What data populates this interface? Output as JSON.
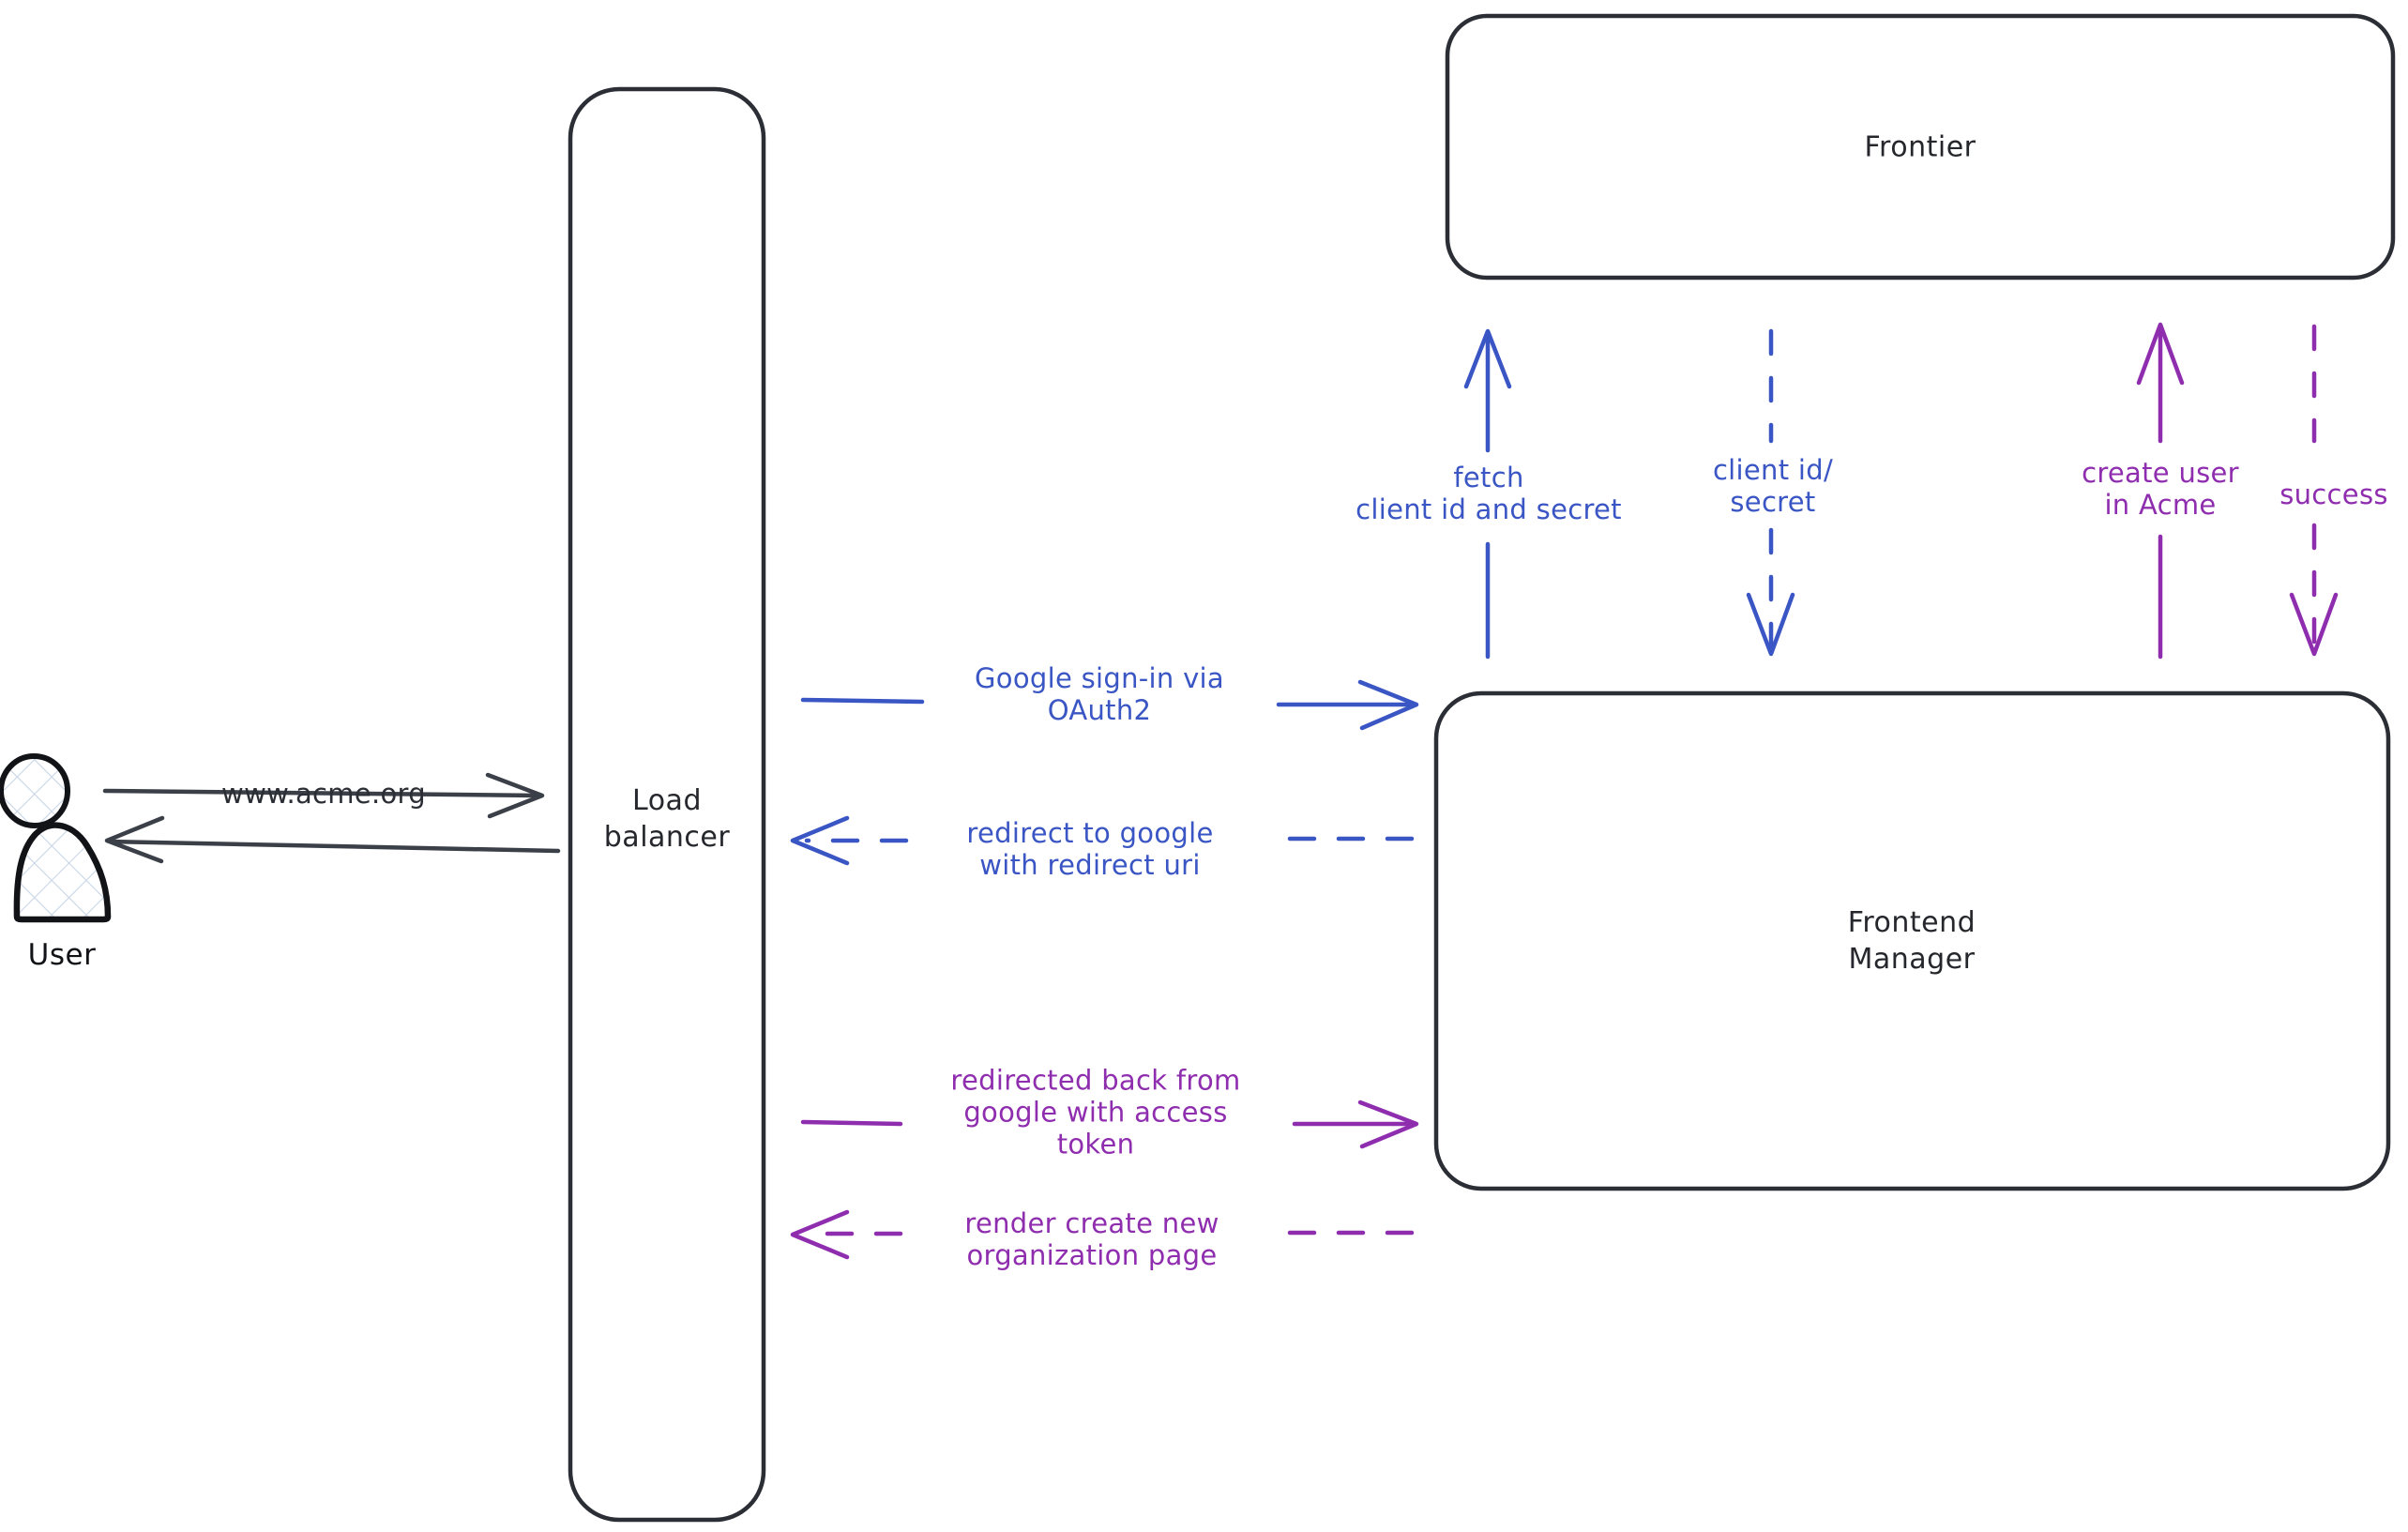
{
  "diagram": {
    "title": "Acme Google OAuth2 sign-in sequence",
    "background": "#ffffff",
    "colors": {
      "stroke_dark": "#2b2e34",
      "blue": "#3a55c4",
      "purple": "#8f2daf",
      "actor_fill": "#ffffff",
      "actor_hatch": "#c8d4e4"
    }
  },
  "actors": [
    {
      "id": "user",
      "icon": "user-person-icon",
      "label": "User"
    }
  ],
  "nodes": [
    {
      "id": "load-balancer",
      "label": "Load\nbalancer",
      "shape": "rounded-rect-tall"
    },
    {
      "id": "frontier",
      "label": "Frontier",
      "shape": "rounded-rect"
    },
    {
      "id": "frontend-manager",
      "label": "Frontend\nManager",
      "shape": "rounded-rect"
    }
  ],
  "edges": [
    {
      "id": "user-to-lb",
      "label": "www.acme.org",
      "color": "dark",
      "style": "solid",
      "direction": "right",
      "from": "user",
      "to": "load-balancer"
    },
    {
      "id": "lb-to-user",
      "label": "",
      "color": "dark",
      "style": "solid",
      "direction": "left",
      "from": "load-balancer",
      "to": "user"
    },
    {
      "id": "lb-to-fm-signin",
      "label": "Google sign-in via\nOAuth2",
      "color": "blue",
      "style": "solid",
      "direction": "right",
      "from": "load-balancer",
      "to": "frontend-manager"
    },
    {
      "id": "fm-to-lb-redirect",
      "label": "redirect to google\nwith redirect uri",
      "color": "blue",
      "style": "dashed",
      "direction": "left",
      "from": "frontend-manager",
      "to": "load-balancer"
    },
    {
      "id": "lb-to-fm-token",
      "label": "redirected back from\ngoogle with access\ntoken",
      "color": "purple",
      "style": "solid",
      "direction": "right",
      "from": "load-balancer",
      "to": "frontend-manager"
    },
    {
      "id": "fm-to-lb-render",
      "label": "render create new\norganization page",
      "color": "purple",
      "style": "dashed",
      "direction": "left",
      "from": "frontend-manager",
      "to": "load-balancer"
    },
    {
      "id": "fm-to-frontier-fetch",
      "label": "fetch\nclient id and secret",
      "color": "blue",
      "style": "solid",
      "direction": "up",
      "from": "frontend-manager",
      "to": "frontier"
    },
    {
      "id": "frontier-to-fm-creds",
      "label": "client id/\nsecret",
      "color": "blue",
      "style": "dashed",
      "direction": "down",
      "from": "frontier",
      "to": "frontend-manager"
    },
    {
      "id": "fm-to-frontier-create",
      "label": "create user\nin Acme",
      "color": "purple",
      "style": "solid",
      "direction": "up",
      "from": "frontend-manager",
      "to": "frontier"
    },
    {
      "id": "frontier-to-fm-success",
      "label": "success",
      "color": "purple",
      "style": "dashed",
      "direction": "down",
      "from": "frontier",
      "to": "frontend-manager"
    }
  ]
}
